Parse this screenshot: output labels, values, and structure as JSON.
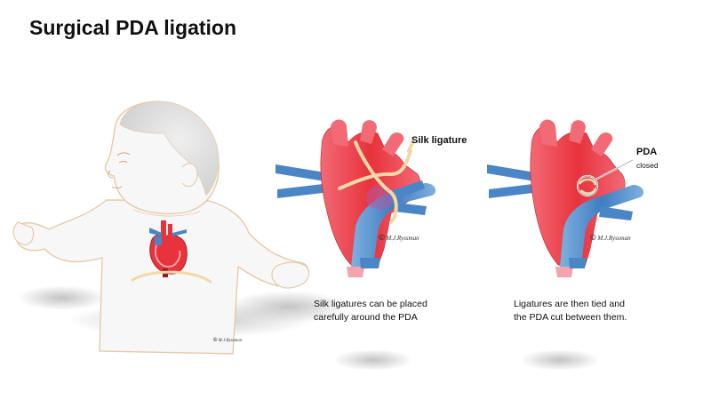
{
  "title": "Surgical PDA ligation",
  "callouts": {
    "silk": "Silk ligature",
    "pda_title": "PDA",
    "pda_sub": "closed"
  },
  "captions": {
    "left_line1": "Silk ligatures can be placed",
    "left_line2": "carefully around the PDA",
    "right_line1": "Ligatures are then tied and",
    "right_line2": "the PDA cut between them."
  },
  "signature": {
    "symbol": "©",
    "text": "M.J.Ryssman"
  },
  "colors": {
    "aorta_red": "#e8323c",
    "aorta_pink": "#f5a3ac",
    "pulmonary_blue": "#4a86c6",
    "ligature_tan": "#f0d9a6",
    "baby_outline": "#e8c9a8",
    "hair_gray": "#dcdcdc"
  },
  "icons": [
    "baby-illustration",
    "heart-icon",
    "vessel-diagram-before",
    "vessel-diagram-after",
    "ligature-circle-icon"
  ]
}
